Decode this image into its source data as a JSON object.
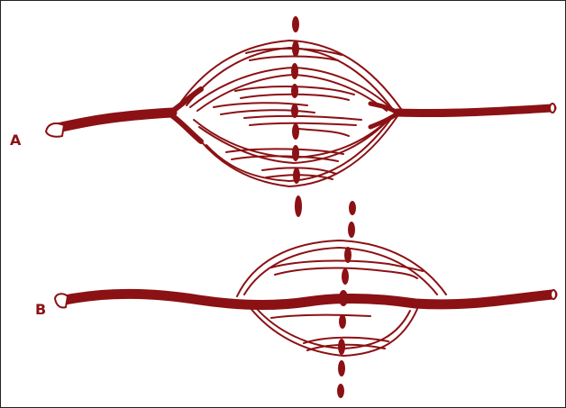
{
  "colors": {
    "vessel": "#8b1114",
    "outline": "#8b1114",
    "fill": "#ffffff",
    "border": "#222222"
  },
  "figures": [
    {
      "label": "A",
      "name": "diagram-a"
    },
    {
      "label": "B",
      "name": "diagram-b"
    }
  ]
}
